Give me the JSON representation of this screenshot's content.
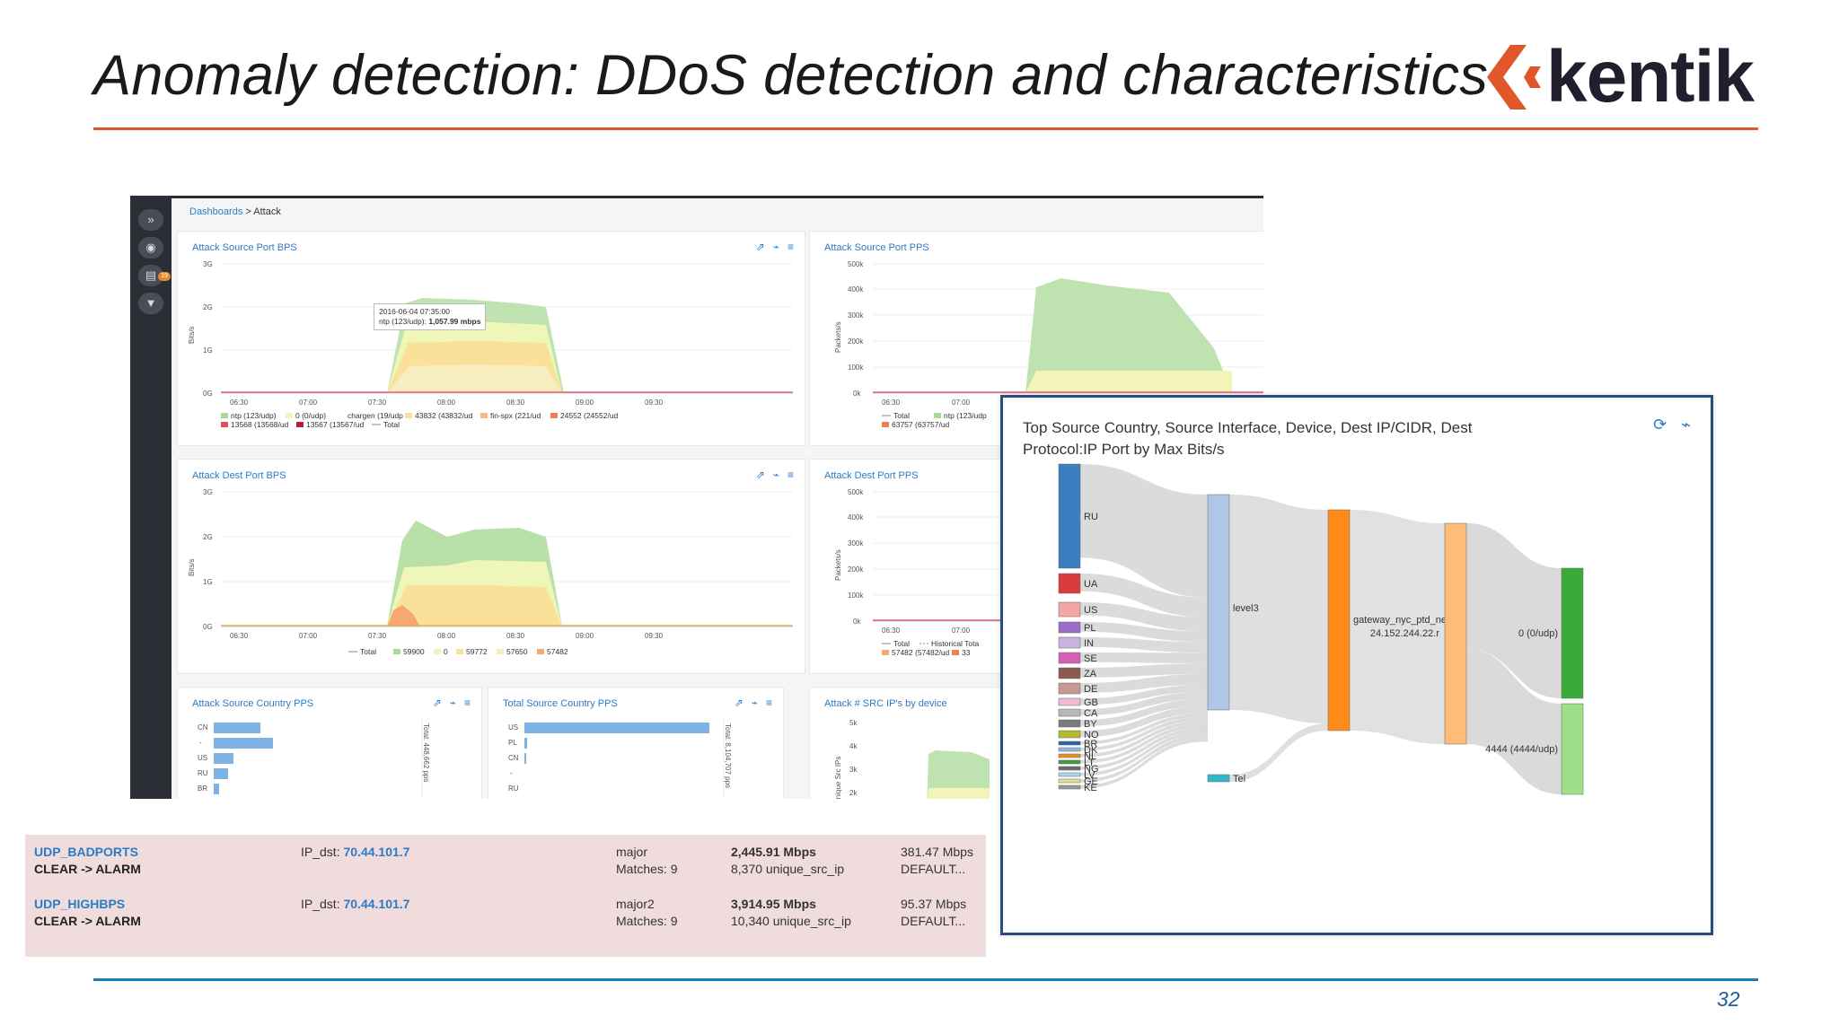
{
  "slide": {
    "title": "Anomaly detection: DDoS detection and characteristics",
    "logo_text": "kentik",
    "page_number": "32",
    "colors": {
      "title_rule": "#e0582a",
      "footer_rule": "#1d7fb5",
      "logo_accent": "#e0582a"
    }
  },
  "dashboard": {
    "breadcrumb": {
      "link": "Dashboards",
      "separator": ">",
      "current": "Attack"
    },
    "sidebar_icons": [
      "expand-icon",
      "eye-icon",
      "list-icon",
      "filter-icon"
    ],
    "sidebar_badge": "19",
    "panels": {
      "src_port_bps": {
        "title": "Attack Source Port BPS",
        "y_label": "Bits/s",
        "y_ticks": [
          "3G",
          "2G",
          "1G",
          "0G"
        ],
        "x_ticks": [
          "06:30",
          "07:00",
          "07:30",
          "08:00",
          "08:30",
          "09:00",
          "09:30"
        ],
        "legend": [
          "ntp (123/udp)",
          "0 (0/udp)",
          "chargen (19/udp",
          "43832 (43832/ud",
          "fin-spx (221/ud",
          "24552 (24552/ud",
          "13568 (13568/ud",
          "13567 (13567/ud",
          "Total"
        ],
        "tooltip_time": "2016-06-04 07:35:00",
        "tooltip_series": "ntp (123/udp):",
        "tooltip_value": "1,057.99 mbps"
      },
      "src_port_pps": {
        "title": "Attack Source Port PPS",
        "y_label": "Packets/s",
        "y_ticks": [
          "500k",
          "400k",
          "300k",
          "200k",
          "100k",
          "0k"
        ],
        "x_ticks": [
          "06:30",
          "07:00"
        ],
        "legend": [
          "Total",
          "ntp (123/udp",
          "63757 (63757/ud"
        ]
      },
      "dst_port_bps": {
        "title": "Attack Dest Port BPS",
        "y_label": "Bits/s",
        "y_ticks": [
          "3G",
          "2G",
          "1G",
          "0G"
        ],
        "x_ticks": [
          "06:30",
          "07:00",
          "07:30",
          "08:00",
          "08:30",
          "09:00",
          "09:30"
        ],
        "legend": [
          "Total",
          "59900",
          "0",
          "59772",
          "57650",
          "57482"
        ]
      },
      "dst_port_pps": {
        "title": "Attack Dest Port PPS",
        "y_label": "Packets/s",
        "y_ticks": [
          "500k",
          "400k",
          "300k",
          "200k",
          "100k",
          "0k"
        ],
        "x_ticks": [
          "06:30",
          "07:00"
        ],
        "legend": [
          "Total",
          "Historical Tota",
          "57482 (57482/ud",
          "33"
        ]
      },
      "src_country_pps": {
        "title": "Attack Source Country PPS",
        "categories": [
          "CN",
          "-",
          "US",
          "RU",
          "BR"
        ],
        "side_label": "Total: 448,662 pps"
      },
      "total_src_country_pps": {
        "title": "Total Source Country PPS",
        "categories": [
          "US",
          "PL",
          "CN",
          "-",
          "RU"
        ],
        "side_label": "Total: 8,104,707 pps"
      },
      "src_ips_by_device": {
        "title": "Attack # SRC IP's by device",
        "y_label": "Unique Src IPs",
        "y_ticks": [
          "5k",
          "4k",
          "3k",
          "2k"
        ]
      }
    }
  },
  "alarms": [
    {
      "name": "UDP_BADPORTS",
      "state": "CLEAR -> ALARM",
      "ip_label": "IP_dst:",
      "ip_value": "70.44.101.7",
      "severity": "major",
      "matches": "Matches: 9",
      "rate": "2,445.91 Mbps",
      "unique": "8,370 unique_src_ip",
      "baseline": "381.47 Mbps",
      "policy": "DEFAULT..."
    },
    {
      "name": "UDP_HIGHBPS",
      "state": "CLEAR -> ALARM",
      "ip_label": "IP_dst:",
      "ip_value": "70.44.101.7",
      "severity": "major2",
      "matches": "Matches: 9",
      "rate": "3,914.95 Mbps",
      "unique": "10,340 unique_src_ip",
      "baseline": "95.37 Mbps",
      "policy": "DEFAULT..."
    }
  ],
  "sankey": {
    "title": "Top Source Country, Source Interface, Device, Dest IP/CIDR, Dest Protocol:IP Port by Max Bits/s",
    "countries": [
      {
        "label": "RU",
        "color": "#3a7fbf"
      },
      {
        "label": "UA",
        "color": "#d93b3b"
      },
      {
        "label": "US",
        "color": "#f4a5a5"
      },
      {
        "label": "PL",
        "color": "#9b6fc9"
      },
      {
        "label": "IN",
        "color": "#c7b3dc"
      },
      {
        "label": "SE",
        "color": "#d65fb5"
      },
      {
        "label": "ZA",
        "color": "#8c5a4e"
      },
      {
        "label": "DE",
        "color": "#c79a8f"
      },
      {
        "label": "GB",
        "color": "#f5b8d4"
      },
      {
        "label": "CA",
        "color": "#b8b8b8"
      },
      {
        "label": "BY",
        "color": "#7a7a7a"
      },
      {
        "label": "NO",
        "color": "#b5b82e"
      },
      {
        "label": "BR",
        "color": "#2566a8"
      },
      {
        "label": "DK",
        "color": "#8fb8dd"
      },
      {
        "label": "NL",
        "color": "#e88d2a"
      },
      {
        "label": "LT",
        "color": "#3e9c3e"
      },
      {
        "label": "NG",
        "color": "#6b6b6b"
      },
      {
        "label": "LV",
        "color": "#a3dce8"
      },
      {
        "label": "GE",
        "color": "#dde28a"
      },
      {
        "label": "KE",
        "color": "#999999"
      }
    ],
    "interfaces": [
      {
        "label": "level3",
        "color": "#aec7e8"
      },
      {
        "label": "Tel",
        "color": "#30b8c8"
      }
    ],
    "device": {
      "label": "gateway_nyc_ptd_net",
      "color": "#ff8c1a"
    },
    "dest_ip": {
      "label": "24.152.244.22.r",
      "color": "#ffbb78"
    },
    "ports": [
      {
        "label": "0 (0/udp)",
        "color": "#3aab3a"
      },
      {
        "label": "4444 (4444/udp)",
        "color": "#9de08a"
      }
    ]
  }
}
